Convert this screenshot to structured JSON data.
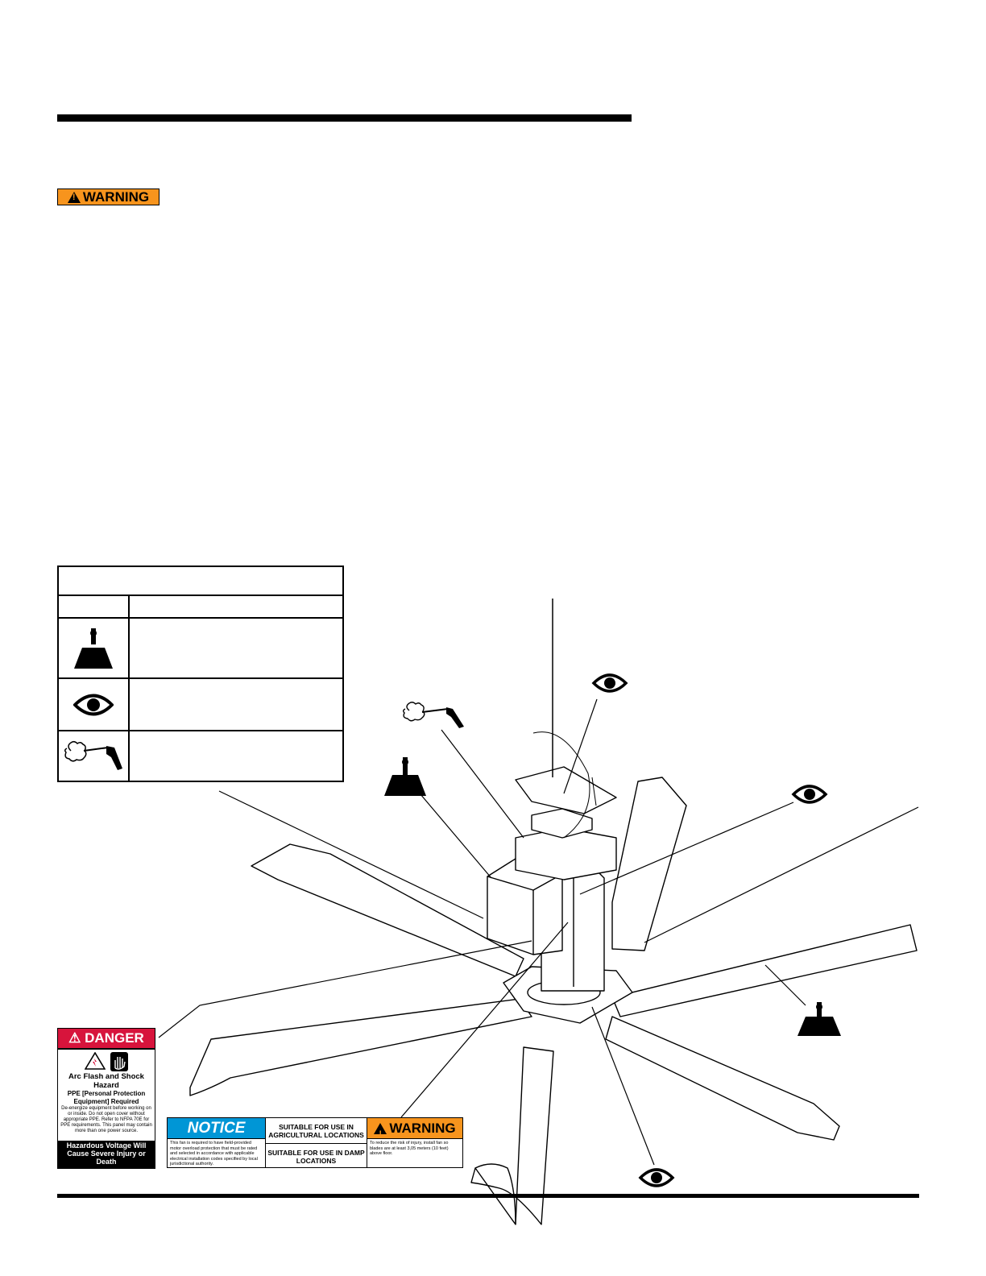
{
  "warning_badge": {
    "label": "WARNING"
  },
  "legend": {},
  "labels": {
    "danger": {
      "title": "DANGER",
      "hazard": "Arc Flash and Shock Hazard",
      "ppe": "PPE [Personal Protection Equipment] Required",
      "body": "De-energize equipment before working on or inside. Do not open cover without appropriate PPE. Refer to NFPA 70E for PPE requirements. This panel may contain more than one power source.",
      "footer": "Hazardous Voltage Will Cause Severe Injury or Death"
    },
    "notice": {
      "title": "NOTICE",
      "body": "This fan is required to have field-provided motor overload protection that must be rated and selected in accordance with applicable electrical installation codes specified by local jurisdictional authority."
    },
    "suitable": {
      "agricultural": "SUITABLE FOR USE IN AGRICULTURAL LOCATIONS",
      "damp": "SUITABLE FOR USE IN DAMP LOCATIONS"
    },
    "warning": {
      "title": "WARNING",
      "body": "To reduce the risk of injury, install fan so blades are at least 3,05 meters (10 feet) above floor."
    }
  },
  "icons": {
    "scraper": "scraper-icon",
    "eye": "eye-icon",
    "air_nozzle": "air-nozzle-icon"
  },
  "colors": {
    "warning_orange": "#f7941d",
    "danger_red": "#d7143c",
    "notice_blue": "#0096d6"
  }
}
